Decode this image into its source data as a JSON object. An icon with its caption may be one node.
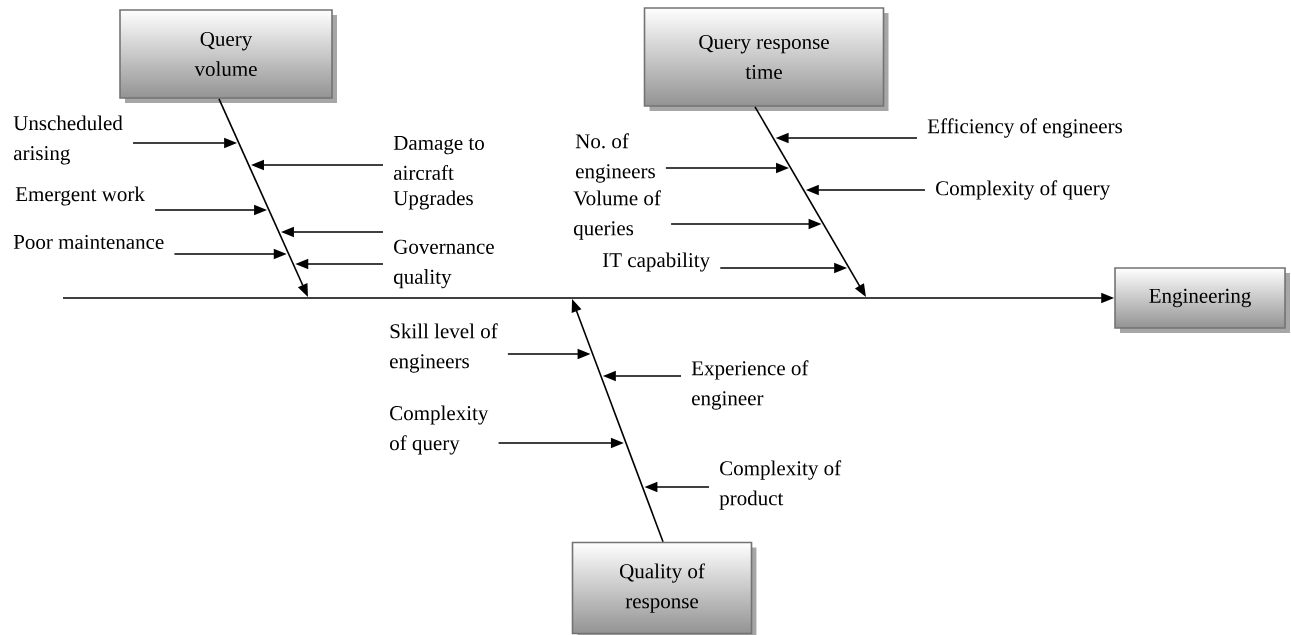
{
  "diagram": {
    "nodes": [
      {
        "text": [
          "Query volume"
        ]
      },
      {
        "text": [
          "Query response time"
        ]
      },
      {
        "text": [
          "Engineering"
        ]
      },
      {
        "text": [
          "Quality of response"
        ]
      },
      {
        "text": [
          "Unscheduled arising"
        ]
      },
      {
        "text": [
          "Damage to aircraft"
        ]
      },
      {
        "text": [
          "Emergent work"
        ]
      },
      {
        "text": [
          "Upgrades"
        ]
      },
      {
        "text": [
          "Poor maintenance"
        ]
      },
      {
        "text": [
          "Governance quality"
        ]
      },
      {
        "text": [
          "No. of engineers"
        ]
      },
      {
        "text": [
          "Efficiency of engineers"
        ]
      },
      {
        "text": [
          "Volume of queries"
        ]
      },
      {
        "text": [
          "Complexity of query"
        ]
      },
      {
        "text": [
          "IT capability"
        ]
      },
      {
        "text": [
          "Skill level of engineers"
        ]
      },
      {
        "text": [
          "Experience of engineer"
        ]
      },
      {
        "text": [
          "Complexity of query"
        ]
      },
      {
        "text": [
          "Complexity of product"
        ]
      }
    ],
    "edges": [
      {
        "from": null,
        "to": 2,
        "arrow": "to"
      },
      {
        "from": 0,
        "to": null,
        "arrow": "to"
      },
      {
        "from": 1,
        "to": null,
        "arrow": "to"
      },
      {
        "from": 3,
        "to": null,
        "arrow": "to"
      },
      {
        "from": 4,
        "to": null,
        "arrow": "to"
      },
      {
        "from": 5,
        "to": null,
        "arrow": "to"
      },
      {
        "from": 6,
        "to": null,
        "arrow": "to"
      },
      {
        "from": 7,
        "to": null,
        "arrow": "to"
      },
      {
        "from": 8,
        "to": null,
        "arrow": "to"
      },
      {
        "from": 9,
        "to": null,
        "arrow": "to"
      },
      {
        "from": 10,
        "to": null,
        "arrow": "to"
      },
      {
        "from": 11,
        "to": null,
        "arrow": "to"
      },
      {
        "from": 12,
        "to": null,
        "arrow": "to"
      },
      {
        "from": 13,
        "to": null,
        "arrow": "to"
      },
      {
        "from": 14,
        "to": null,
        "arrow": "to"
      },
      {
        "from": 15,
        "to": null,
        "arrow": "to"
      },
      {
        "from": 16,
        "to": null,
        "arrow": "to"
      },
      {
        "from": 17,
        "to": null,
        "arrow": "to"
      },
      {
        "from": 18,
        "to": null,
        "arrow": "to"
      }
    ]
  }
}
